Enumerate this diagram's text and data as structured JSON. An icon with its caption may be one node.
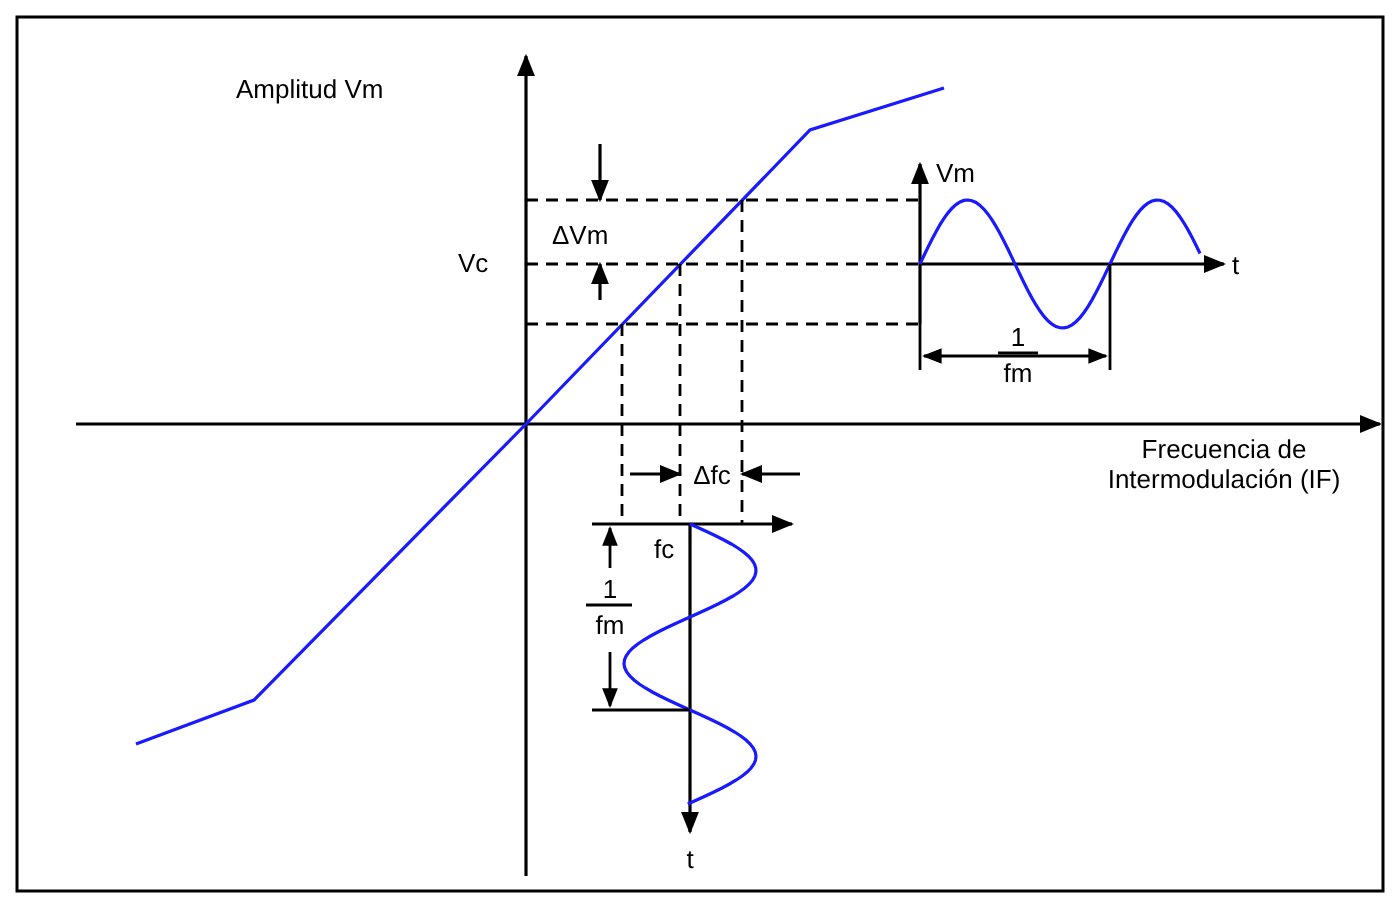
{
  "diagram": {
    "labels": [
      "Amplitud Vm",
      "Vm",
      "ΔVm",
      "Vc",
      "t",
      "1",
      "fm",
      "Frecuencia de Intermodulación (IF)",
      "Δfc",
      "fc",
      "1",
      "fm",
      "t"
    ]
  }
}
